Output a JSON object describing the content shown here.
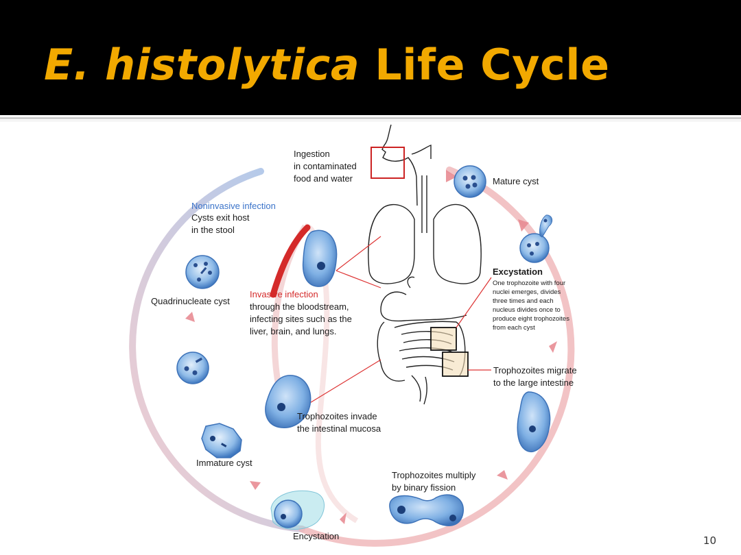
{
  "slide": {
    "title_italic": "E. histolytica",
    "title_rest": " Life Cycle",
    "page_number": "10"
  },
  "diagram": {
    "ingestion": [
      "Ingestion",
      "in contaminated",
      "food and water"
    ],
    "mature_cyst": "Mature cyst",
    "noninvasive_title": "Noninvasive infection",
    "noninvasive_body": [
      "Cysts exit host",
      "in the stool"
    ],
    "quadrinucleate": "Quadrinucleate cyst",
    "invasive_title": "Invasive infection",
    "invasive_body": [
      "through the bloodstream,",
      "infecting sites such as the",
      "liver, brain, and lungs."
    ],
    "excystation_title": "Excystation",
    "excystation_body": [
      "One trophozoite with four",
      "nuclei emerges, divides",
      "three times and each",
      "nucleus divides once to",
      "produce eight trophozoites",
      "from each cyst"
    ],
    "migrate": [
      "Trophozoites  migrate",
      "to the large intestine"
    ],
    "invade": [
      "Trophozoites invade",
      "the intestinal mucosa"
    ],
    "immature": "Immature cyst",
    "multiply": [
      "Trophozoites multiply",
      "by binary fission"
    ],
    "encystation": "Encystation"
  },
  "colors": {
    "title": "#f2a900",
    "cycle_ring": "#f0b8bb",
    "invasive": "#d42a2a",
    "noninvasive": "#3a73c9",
    "cell_fill": "#7fb0e4",
    "cell_edge": "#3d72b8"
  }
}
